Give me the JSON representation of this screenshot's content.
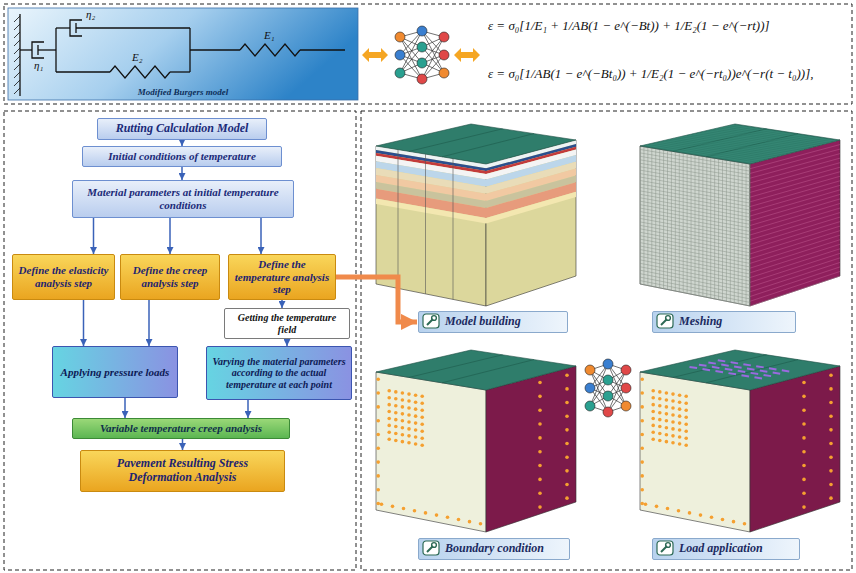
{
  "diagram": {
    "nodes": [
      {
        "text": [
          "Modified Burgers model"
        ]
      },
      {
        "text": [
          "Rutting Calculation Model"
        ]
      },
      {
        "text": [
          "Initial conditions of temperature"
        ]
      },
      {
        "text": [
          "Material parameters at initial temperature conditions"
        ]
      },
      {
        "text": [
          "Define the elasticity analysis step"
        ]
      },
      {
        "text": [
          "Define the creep analysis step"
        ]
      },
      {
        "text": [
          "Define the temperature analysis step"
        ]
      },
      {
        "text": [
          "Getting the temperature field"
        ]
      },
      {
        "text": [
          "Applying pressure loads"
        ]
      },
      {
        "text": [
          "Varying the material parameters according to the actual temperature at each point"
        ]
      },
      {
        "text": [
          "Variable temperature creep analysis"
        ]
      },
      {
        "text": [
          "Pavement Resulting Stress Deformation Analysis"
        ]
      },
      {
        "text": [
          "Model building"
        ]
      },
      {
        "text": [
          "Meshing"
        ]
      },
      {
        "text": [
          "Boundary condition"
        ]
      },
      {
        "text": [
          "Load application"
        ]
      }
    ],
    "edges": [
      {
        "from": 1,
        "to": 2,
        "arrow": "to"
      },
      {
        "from": 2,
        "to": 3,
        "arrow": "to"
      },
      {
        "from": 3,
        "to": 4,
        "arrow": "to"
      },
      {
        "from": 3,
        "to": 5,
        "arrow": "to"
      },
      {
        "from": 3,
        "to": 6,
        "arrow": "to"
      },
      {
        "from": 4,
        "to": 8,
        "arrow": "to"
      },
      {
        "from": 5,
        "to": 8,
        "arrow": "to"
      },
      {
        "from": 6,
        "to": 7,
        "arrow": "to"
      },
      {
        "from": 7,
        "to": 9,
        "arrow": "to"
      },
      {
        "from": 8,
        "to": 10,
        "arrow": "to"
      },
      {
        "from": 9,
        "to": 10,
        "arrow": "to"
      },
      {
        "from": 10,
        "to": 11,
        "arrow": "to"
      },
      {
        "from": 6,
        "to": 12,
        "arrow": "to"
      }
    ],
    "labels": [
      "η₁",
      "η₂",
      "E₂",
      "E₁",
      "ε = σ₀[1/E₁ + 1/AB(1 − e^(−Bt)) + 1/E₂(1 − e^(−rt))]",
      "ε = σ₀[1/AB(1 − e^(−Bt₀)) + 1/E₂(1 − e^(−rt₀))e^(−r(t − t₀))],"
    ]
  }
}
